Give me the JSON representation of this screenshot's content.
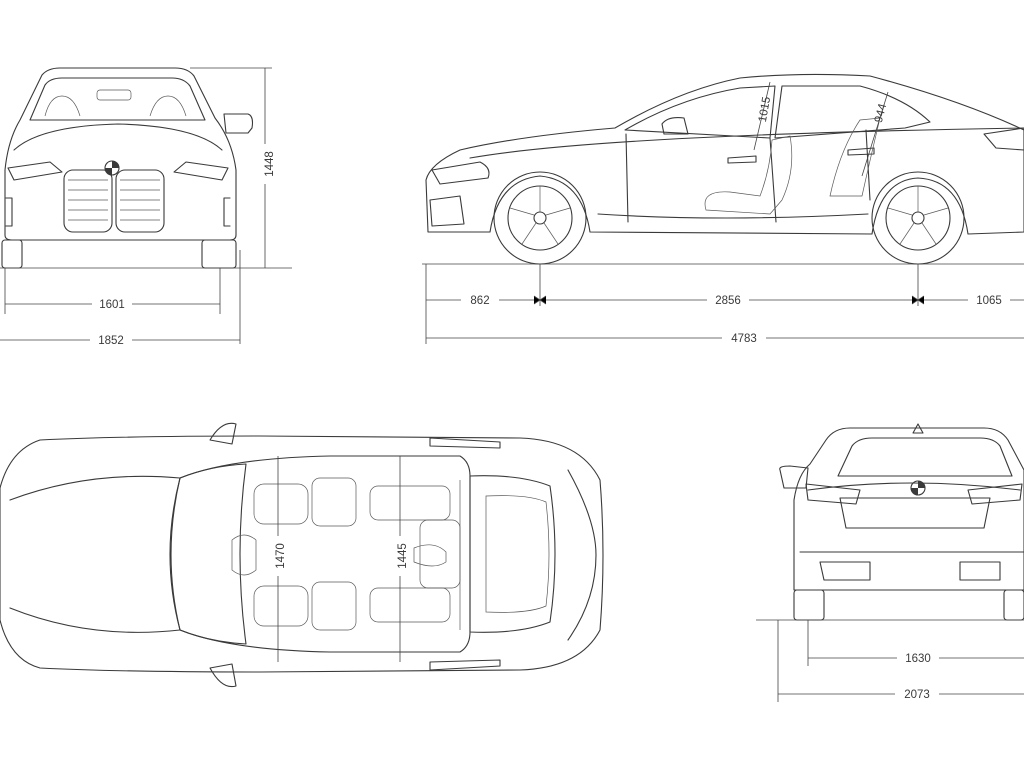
{
  "dimensions": {
    "front_track": "1601",
    "overall_width": "1852",
    "overall_height": "1448",
    "front_overhang": "862",
    "wheelbase": "2856",
    "rear_overhang": "1065",
    "overall_length": "4783",
    "front_headroom": "1015",
    "rear_headroom": "944",
    "front_shoulder_width": "1470",
    "rear_shoulder_width": "1445",
    "rear_track": "1630",
    "width_with_mirrors": "2073"
  },
  "icons": {
    "brand_logo": "bmw-roundel-icon",
    "warning_triangle": "warning-triangle-icon"
  },
  "colors": {
    "line": "#3a3a3a",
    "background": "#ffffff"
  }
}
